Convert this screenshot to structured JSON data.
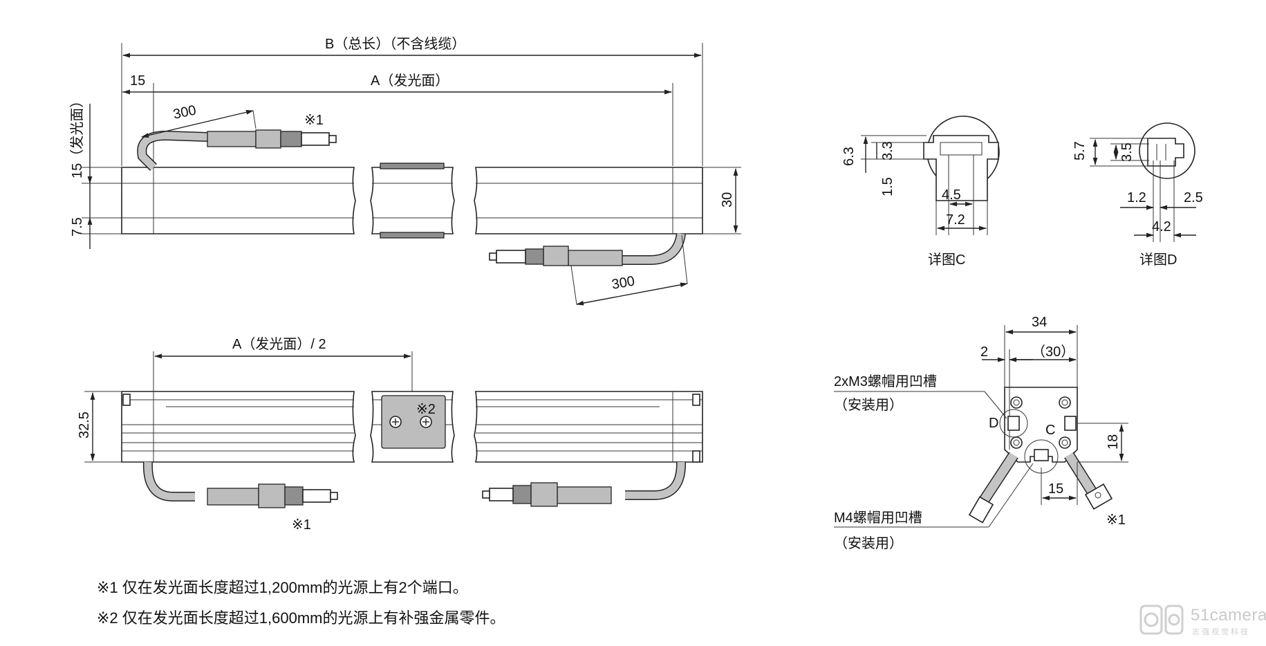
{
  "front_view": {
    "dim_total": "B（总长）（不含线缆）",
    "dim_offset": "15",
    "dim_emitting": "A（发光面）",
    "cable_length_left": "300",
    "cable_length_right": "300",
    "mark_port": "※1",
    "dim_height_emit": "15（发光面）",
    "dim_mid": "7.5",
    "dim_height": "30"
  },
  "detail_c": {
    "dims": [
      "6.3",
      "3.3",
      "1.5",
      "4.5",
      "7.2"
    ],
    "caption": "详图C"
  },
  "detail_d": {
    "dims": [
      "5.7",
      "3.5",
      "1.2",
      "2.5",
      "4.2"
    ],
    "caption": "详图D"
  },
  "bottom_view": {
    "dim_half": "A（发光面）/ 2",
    "dim_depth": "32.5",
    "mark_reinforce": "※2",
    "mark_port": "※1"
  },
  "end_view": {
    "dim_width": "34",
    "dim_offset": "2",
    "dim_inner": "（30）",
    "dim_height": "18",
    "dim_center": "15",
    "label_m3": "2xM3螺帽用凹槽",
    "label_m3_use": "（安装用）",
    "label_m4": "M4螺帽用凹槽",
    "label_m4_use": "（安装用）",
    "label_d": "D",
    "label_c": "C",
    "mark_port": "※1"
  },
  "notes": [
    "※1 仅在发光面长度超过1,200mm的光源上有2个端口。",
    "※2 仅在发光面长度超过1,600mm的光源上有补强金属零件。"
  ],
  "watermark": {
    "brand": "51camera",
    "tagline": "志强视觉科技"
  }
}
